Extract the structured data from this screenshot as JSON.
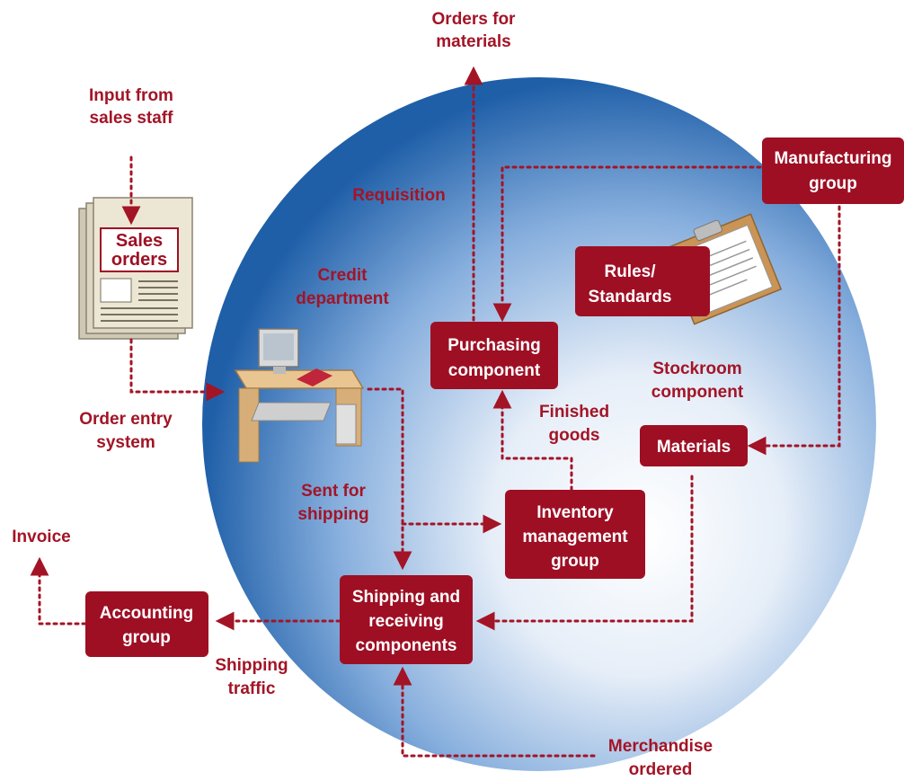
{
  "labels": {
    "orders_for_materials": [
      "Orders for",
      "materials"
    ],
    "input_from_sales": [
      "Input from",
      "sales staff"
    ],
    "requisition": "Requisition",
    "credit_department": [
      "Credit",
      "department"
    ],
    "stockroom_component": [
      "Stockroom",
      "component"
    ],
    "finished_goods": [
      "Finished",
      "goods"
    ],
    "order_entry_system": [
      "Order entry",
      "system"
    ],
    "sent_for_shipping": [
      "Sent for",
      "shipping"
    ],
    "invoice": "Invoice",
    "shipping_traffic": [
      "Shipping",
      "traffic"
    ],
    "merchandise_ordered": [
      "Merchandise",
      "ordered"
    ]
  },
  "boxes": {
    "manufacturing_group": [
      "Manufacturing",
      "group"
    ],
    "rules_standards": [
      "Rules/",
      "Standards"
    ],
    "purchasing_component": [
      "Purchasing",
      "component"
    ],
    "materials": "Materials",
    "inventory_management_group": [
      "Inventory",
      "management",
      "group"
    ],
    "shipping_receiving": [
      "Shipping and",
      "receiving",
      "components"
    ],
    "accounting_group": [
      "Accounting",
      "group"
    ]
  },
  "document": {
    "title_line1": "Sales",
    "title_line2": "orders"
  },
  "colors": {
    "accent": "#9e0f24",
    "sphere_light": "#ffffff",
    "sphere_dark": "#1f5fa8"
  }
}
